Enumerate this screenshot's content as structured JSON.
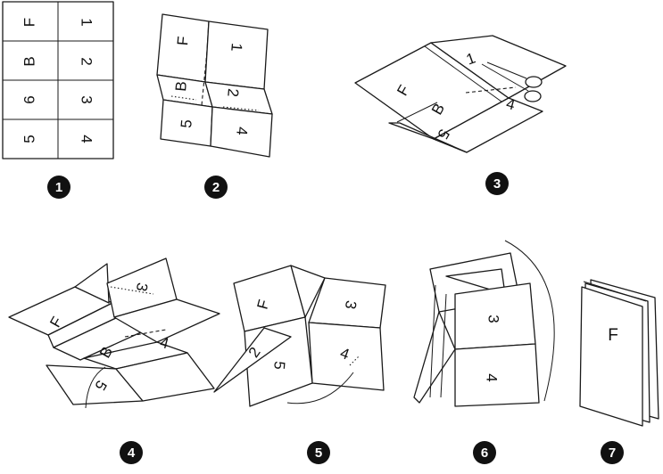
{
  "steps": [
    {
      "number": "1",
      "pages": [
        "F",
        "1",
        "B",
        "2",
        "6",
        "3",
        "5",
        "4"
      ]
    },
    {
      "number": "2",
      "pages": [
        "F",
        "1",
        "B",
        "2",
        "5",
        "4"
      ]
    },
    {
      "number": "3",
      "pages": [
        "F",
        "1",
        "B",
        "4",
        "5"
      ]
    },
    {
      "number": "4",
      "pages": [
        "F",
        "3",
        "B",
        "4",
        "5"
      ]
    },
    {
      "number": "5",
      "pages": [
        "F",
        "3",
        "2",
        "5",
        "4"
      ]
    },
    {
      "number": "6",
      "pages": [
        "3",
        "4"
      ]
    },
    {
      "number": "7",
      "pages": [
        "F"
      ]
    }
  ],
  "colors": {
    "ink": "#1a1a1a",
    "paper": "#ffffff",
    "badge": "#111111"
  },
  "icons": {
    "scissors": "scissors-icon"
  }
}
